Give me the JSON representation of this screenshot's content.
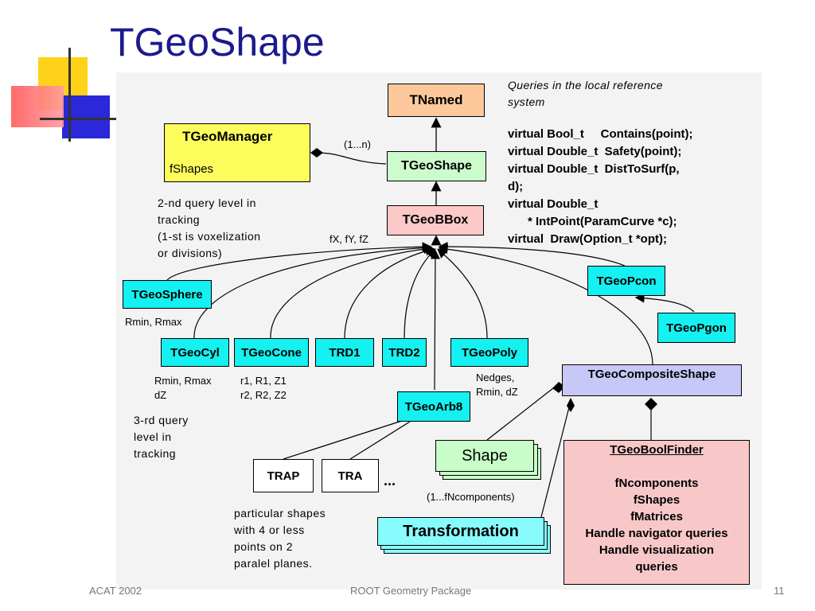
{
  "slide": {
    "title": "TGeoShape",
    "footer_left": "ACAT 2002",
    "footer_center": "ROOT Geometry Package",
    "page_number": "11"
  },
  "diagram": {
    "tnamed": "TNamed",
    "tgeoshape": "TGeoShape",
    "tgeobbox": "TGeoBBox",
    "tgeomanager": "TGeoManager",
    "fshapes": "fShapes",
    "mult_1n": "(1...n)",
    "fxyz": "fX, fY, fZ",
    "query2": [
      "2-nd query level in",
      "tracking",
      "(1-st is voxelization",
      "or divisions)"
    ],
    "queries_header": [
      "Queries in the local reference",
      "system"
    ],
    "methods": [
      "virtual Bool_t     Contains(point);",
      "virtual Double_t  Safety(point);",
      "virtual Double_t  DistToSurf(p,",
      "d);",
      "virtual Double_t",
      "      * IntPoint(ParamCurve *c);",
      "virtual  Draw(Option_t *opt);"
    ],
    "tgeosphere": "TGeoSphere",
    "sphere_params": "Rmin, Rmax",
    "tgeopcon": "TGeoPcon",
    "tgeopgon": "TGeoPgon",
    "tgeocyl": "TGeoCyl",
    "tgeocone": "TGeoCone",
    "trd1": "TRD1",
    "trd2": "TRD2",
    "tgeopoly": "TGeoPoly",
    "cyl_params": [
      "Rmin, Rmax",
      "dZ"
    ],
    "cone_params": [
      "r1, R1, Z1",
      "r2, R2, Z2"
    ],
    "poly_params": [
      "Nedges,",
      "Rmin, dZ"
    ],
    "tgeocomposite": "TGeoCompositeShape",
    "tgeoarb8": "TGeoArb8",
    "query3": [
      "3-rd query",
      "level in",
      "tracking"
    ],
    "trap": "TRAP",
    "tra": "TRA",
    "ellipsis": "...",
    "shape": "Shape",
    "mult_ncomp": "(1...fNcomponents)",
    "transformation": "Transformation",
    "particular": [
      "particular shapes",
      "with 4  or less",
      "points on 2",
      "paralel planes."
    ],
    "boolfinder_title": "TGeoBoolFinder",
    "boolfinder_items": [
      "fNcomponents",
      "fShapes",
      "fMatrices",
      "Handle navigator queries",
      "Handle visualization",
      "queries"
    ]
  },
  "colors": {
    "title": "#1c1a8c",
    "tnamed_fill": "#fcc89c",
    "tgeoshape_fill": "#ccfccc",
    "tgeobbox_fill": "#fcc8c8",
    "tgeomanager_fill": "#fcfc5c",
    "cyan_fill": "#15f0f0",
    "composite_fill": "#c8c8f8",
    "boolfinder_fill": "#f8c8c8",
    "shape_fill": "#c8fcc8",
    "transformation_fill": "#88fcfc"
  }
}
